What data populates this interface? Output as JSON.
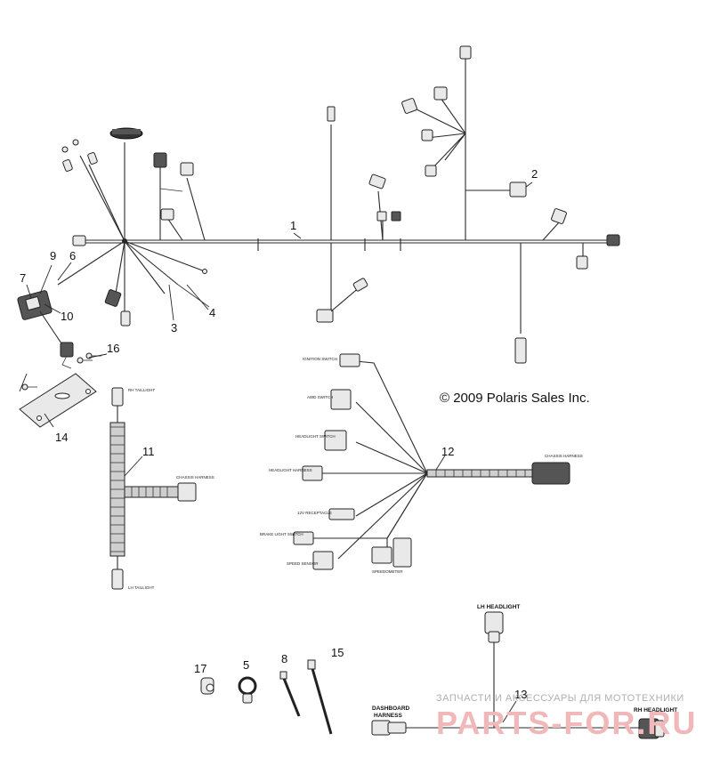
{
  "copyright": "© 2009 Polaris Sales Inc.",
  "watermark": {
    "line1": "ЗАПЧАСТИ И АКСЕССУАРЫ ДЛЯ МОТОТЕХНИКИ",
    "line2": "PARTS-FOR.RU"
  },
  "callouts": [
    "1",
    "2",
    "3",
    "4",
    "5",
    "6",
    "7",
    "8",
    "9",
    "10",
    "11",
    "12",
    "13",
    "14",
    "15",
    "16",
    "17"
  ],
  "headlight_labels": {
    "lh": "LH HEADLIGHT",
    "rh": "RH HEADLIGHT",
    "dashboard": "DASHBOARD",
    "dashboard2": "HARNESS"
  },
  "small_labels": {
    "rh_tail": "RH TAILLIGHT",
    "lh_tail": "LH TAILLIGHT",
    "chassis_11": "CHASSIS HARNESS",
    "chassis_12": "CHASSIS HARNESS",
    "ignition": "IGNITION SWITCH",
    "awd": "AWD SWITCH",
    "headlight": "HEADLIGHT SWITCH",
    "headlight_harness": "HEADLIGHT HARNESS",
    "receptacle": "12V RECEPTACLE",
    "brake_light": "BRAKE LIGHT SWITCH",
    "speed": "SPEED SENSOR",
    "speedometer": "SPEEDOMETER"
  }
}
